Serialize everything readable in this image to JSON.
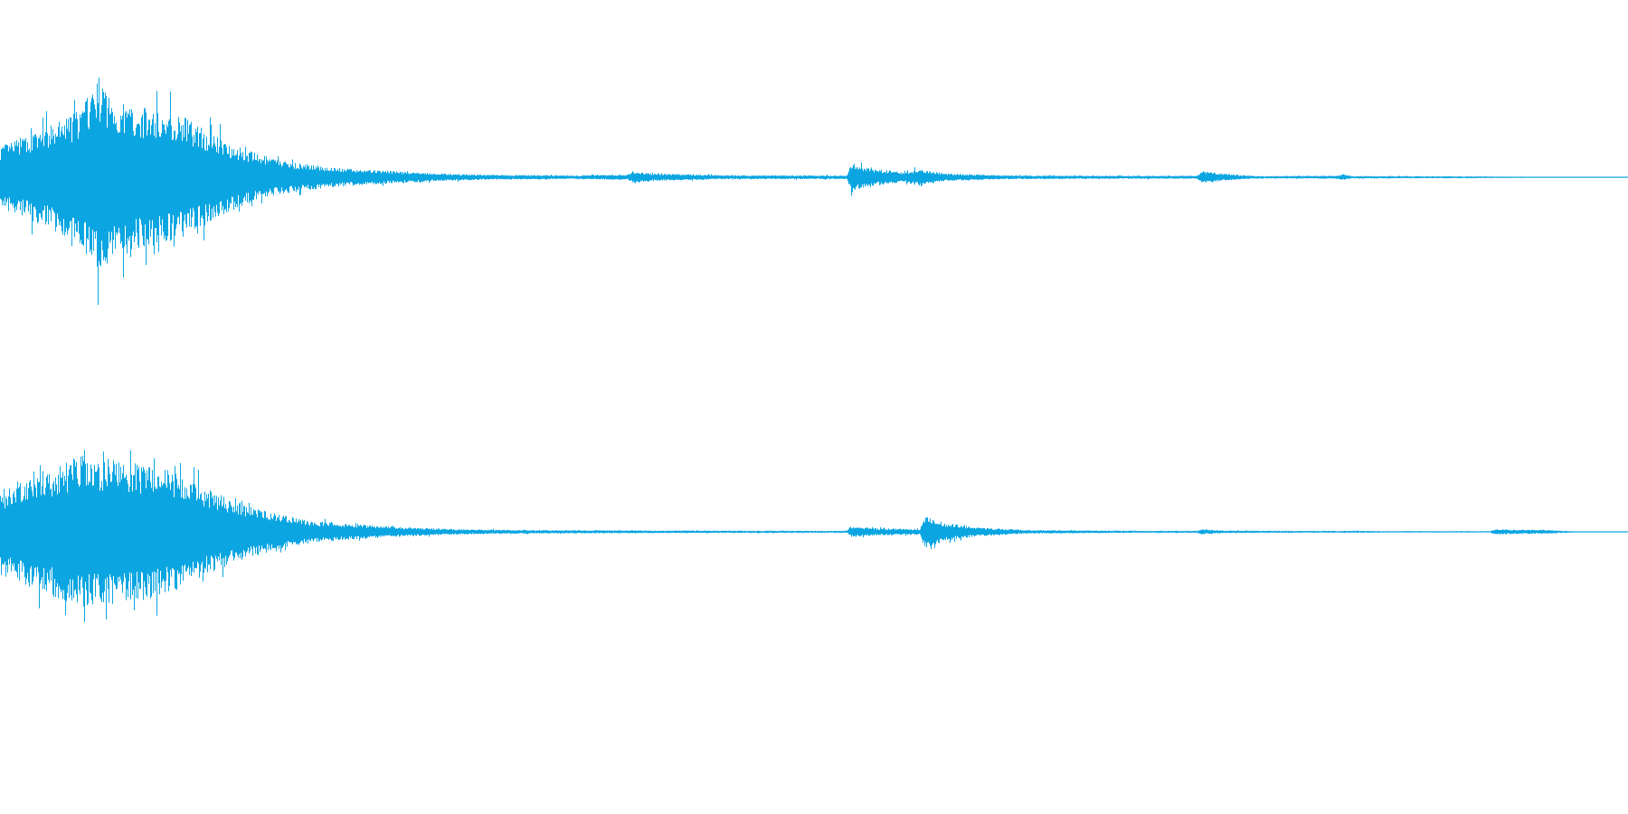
{
  "waveform": {
    "color": "#0ba6e2",
    "background": "#ffffff",
    "channels": [
      {
        "id": "top",
        "envelope": [
          [
            0.0,
            0.25
          ],
          [
            0.01,
            0.3
          ],
          [
            0.03,
            0.4
          ],
          [
            0.05,
            0.55
          ],
          [
            0.06,
            0.8
          ],
          [
            0.07,
            0.6
          ],
          [
            0.09,
            0.55
          ],
          [
            0.11,
            0.5
          ],
          [
            0.13,
            0.35
          ],
          [
            0.15,
            0.22
          ],
          [
            0.17,
            0.14
          ],
          [
            0.19,
            0.1
          ],
          [
            0.21,
            0.07
          ],
          [
            0.24,
            0.05
          ],
          [
            0.27,
            0.03
          ],
          [
            0.3,
            0.02
          ],
          [
            0.35,
            0.015
          ],
          [
            0.385,
            0.02
          ],
          [
            0.39,
            0.05
          ],
          [
            0.4,
            0.03
          ],
          [
            0.45,
            0.015
          ],
          [
            0.52,
            0.015
          ],
          [
            0.523,
            0.12
          ],
          [
            0.53,
            0.08
          ],
          [
            0.555,
            0.04
          ],
          [
            0.565,
            0.07
          ],
          [
            0.58,
            0.03
          ],
          [
            0.62,
            0.015
          ],
          [
            0.7,
            0.012
          ],
          [
            0.735,
            0.012
          ],
          [
            0.738,
            0.05
          ],
          [
            0.75,
            0.03
          ],
          [
            0.77,
            0.01
          ],
          [
            0.82,
            0.012
          ],
          [
            0.825,
            0.025
          ],
          [
            0.83,
            0.01
          ],
          [
            0.9,
            0.008
          ],
          [
            0.92,
            0.006
          ],
          [
            0.95,
            0.004
          ],
          [
            1.0,
            0.002
          ]
        ]
      },
      {
        "id": "bottom",
        "envelope": [
          [
            0.0,
            0.4
          ],
          [
            0.01,
            0.55
          ],
          [
            0.03,
            0.7
          ],
          [
            0.05,
            0.85
          ],
          [
            0.07,
            0.8
          ],
          [
            0.09,
            0.75
          ],
          [
            0.11,
            0.65
          ],
          [
            0.13,
            0.45
          ],
          [
            0.15,
            0.3
          ],
          [
            0.17,
            0.2
          ],
          [
            0.19,
            0.12
          ],
          [
            0.22,
            0.08
          ],
          [
            0.25,
            0.05
          ],
          [
            0.28,
            0.03
          ],
          [
            0.32,
            0.02
          ],
          [
            0.4,
            0.015
          ],
          [
            0.5,
            0.012
          ],
          [
            0.52,
            0.012
          ],
          [
            0.522,
            0.06
          ],
          [
            0.54,
            0.04
          ],
          [
            0.565,
            0.03
          ],
          [
            0.568,
            0.2
          ],
          [
            0.58,
            0.1
          ],
          [
            0.6,
            0.05
          ],
          [
            0.63,
            0.02
          ],
          [
            0.7,
            0.012
          ],
          [
            0.735,
            0.012
          ],
          [
            0.738,
            0.03
          ],
          [
            0.75,
            0.015
          ],
          [
            0.8,
            0.01
          ],
          [
            0.83,
            0.012
          ],
          [
            0.85,
            0.008
          ],
          [
            0.915,
            0.008
          ],
          [
            0.918,
            0.03
          ],
          [
            0.95,
            0.02
          ],
          [
            0.97,
            0.005
          ],
          [
            1.0,
            0.002
          ]
        ]
      }
    ]
  }
}
